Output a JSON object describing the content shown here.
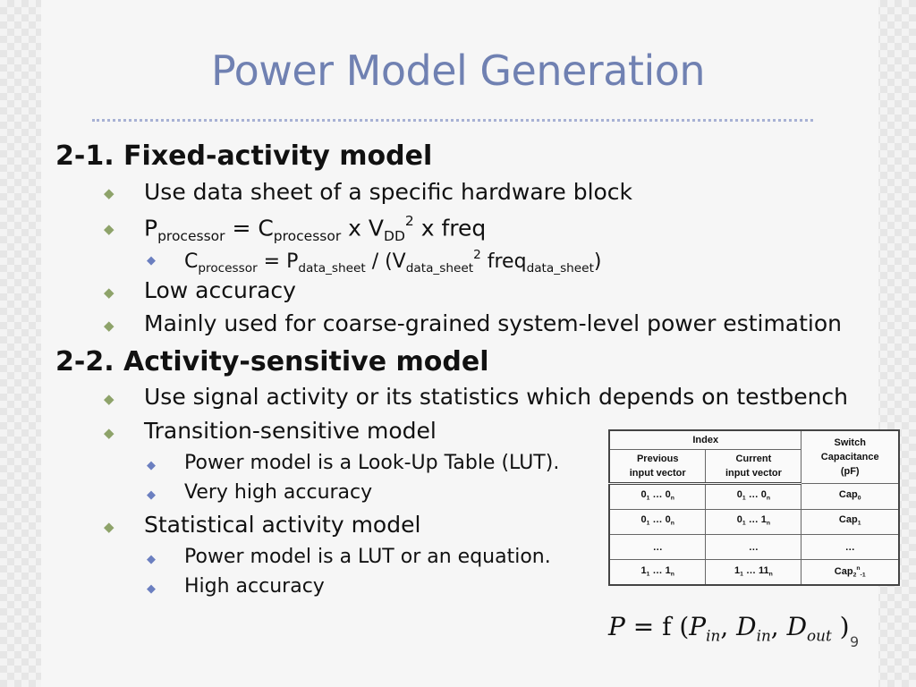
{
  "title": "Power Model Generation",
  "page_number": "9",
  "section1": {
    "heading": "2-1. Fixed-activity model",
    "b1": "Use data sheet of a specific hardware block",
    "eq1": {
      "P": "P",
      "P_sub": "processor",
      "eq": " = C",
      "C_sub": "processor",
      "mid": " x V",
      "V_sub": "DD",
      "V_sup": "2",
      "end": " x freq"
    },
    "eq2": {
      "C": "C",
      "C_sub": "processor",
      "eq": " = P",
      "P_sub": "data_sheet",
      "mid": " / (V",
      "V_sub": "data_sheet",
      "V_sup": "2",
      "f": " freq",
      "f_sub": "data_sheet",
      "end": ")"
    },
    "b3": "Low accuracy",
    "b4": "Mainly used for coarse-grained system-level power estimation"
  },
  "section2": {
    "heading": "2-2. Activity-sensitive model",
    "b1": "Use signal activity or its statistics which depends on testbench",
    "b2": "Transition-sensitive model",
    "b2_1": "Power model is a Look-Up Table (LUT).",
    "b2_2": "Very high accuracy",
    "b3": "Statistical activity model",
    "b3_1": "Power model is a LUT or an equation.",
    "b3_2": "High accuracy"
  },
  "lut": {
    "index_label": "Index",
    "col_prev_1": "Previous",
    "col_prev_2": "input vector",
    "col_curr_1": "Current",
    "col_curr_2": "input vector",
    "col_cap_1": "Switch",
    "col_cap_2": "Capacitance",
    "col_cap_3": "(pF)",
    "rows": [
      {
        "prev": "0<sub>1</sub> … 0<sub>n</sub>",
        "curr": "0<sub>1</sub> … 0<sub>n</sub>",
        "cap": "Cap<sub>0</sub>"
      },
      {
        "prev": "0<sub>1</sub> … 0<sub>n</sub>",
        "curr": "0<sub>1</sub> … 1<sub>n</sub>",
        "cap": "Cap<sub>1</sub>"
      },
      {
        "prev": "…",
        "curr": "…",
        "cap": "…"
      },
      {
        "prev": "1<sub>1</sub> … 1<sub>n</sub>",
        "curr": "1<sub>1</sub> … 11<sub>n</sub>",
        "cap": "Cap<sub>2</sub><sup>n</sup><sub>-1</sub>"
      }
    ]
  },
  "formula": {
    "lhs": "P",
    "eq": " = f (",
    "p": "P",
    "p_sub": "in",
    "sep1": ", ",
    "d1": "D",
    "d1_sub": "in",
    "sep2": ", ",
    "d2": "D",
    "d2_sub": "out",
    "close": " )"
  }
}
